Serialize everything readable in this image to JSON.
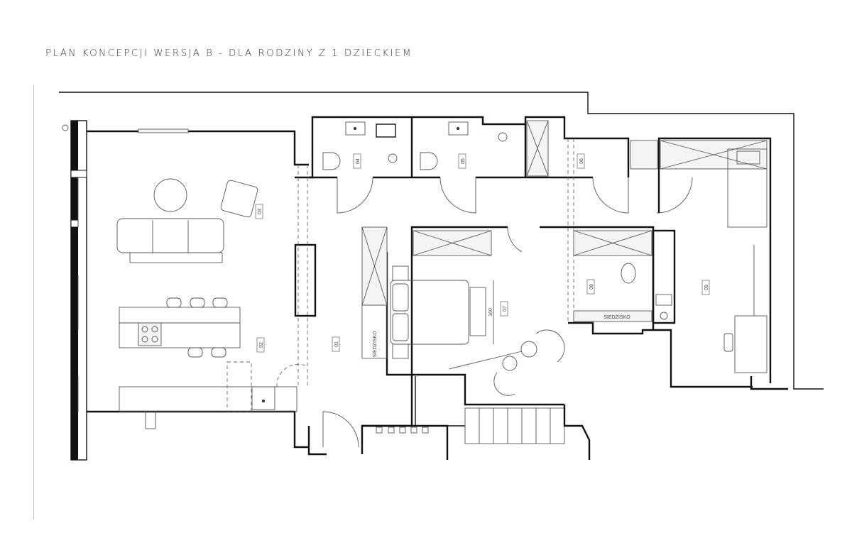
{
  "title": "PLAN KONCEPCJI WERSJA B  - DLA RODZINY Z 1 DZIECKIEM",
  "rooms": [
    {
      "label": "01"
    },
    {
      "label": "02"
    },
    {
      "label": "03"
    },
    {
      "label": "04"
    },
    {
      "label": "05"
    },
    {
      "label": "06"
    },
    {
      "label": "07"
    },
    {
      "label": "08"
    },
    {
      "label": "09"
    }
  ],
  "annotations": {
    "bed_width": "160",
    "bench_bedroom": "SIEDZISKO",
    "bench_study": "SIEDZISKO"
  },
  "colors": {
    "walls": "#111111",
    "furniture": "#555555",
    "title": "#3a3a3a"
  }
}
